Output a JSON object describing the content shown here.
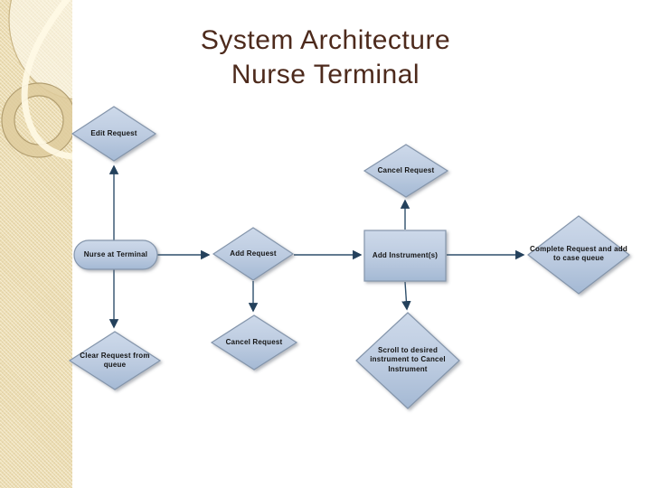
{
  "slide": {
    "title_line1": "System Architecture",
    "title_line2": "Nurse Terminal"
  },
  "flowchart": {
    "nodes": {
      "edit_request": {
        "label": "Edit Request",
        "shape": "diamond"
      },
      "cancel_request_top": {
        "label": "Cancel Request",
        "shape": "diamond"
      },
      "nurse_at_terminal": {
        "label": "Nurse at Terminal",
        "shape": "rounded-rectangle"
      },
      "add_request": {
        "label": "Add Request",
        "shape": "diamond"
      },
      "add_instruments": {
        "label": "Add Instrument(s)",
        "shape": "rectangle"
      },
      "complete_request": {
        "label": "Complete Request and add to case queue",
        "shape": "diamond"
      },
      "cancel_request_bottom": {
        "label": "Cancel Request",
        "shape": "diamond"
      },
      "clear_request": {
        "label": "Clear Request from queue",
        "shape": "diamond"
      },
      "scroll_cancel_instrument": {
        "label": "Scroll to desired instrument to Cancel Instrument",
        "shape": "diamond"
      }
    },
    "edges": [
      {
        "from": "nurse_at_terminal",
        "to": "edit_request",
        "direction": "up"
      },
      {
        "from": "nurse_at_terminal",
        "to": "clear_request",
        "direction": "down"
      },
      {
        "from": "nurse_at_terminal",
        "to": "add_request",
        "direction": "right"
      },
      {
        "from": "add_request",
        "to": "add_instruments",
        "direction": "right"
      },
      {
        "from": "add_request",
        "to": "cancel_request_bottom",
        "direction": "down"
      },
      {
        "from": "add_instruments",
        "to": "cancel_request_top",
        "direction": "up"
      },
      {
        "from": "add_instruments",
        "to": "scroll_cancel_instrument",
        "direction": "down"
      },
      {
        "from": "add_instruments",
        "to": "complete_request",
        "direction": "right"
      }
    ],
    "colors": {
      "node_fill_top": "#cdd9ea",
      "node_fill_bottom": "#a4b9d4",
      "node_border": "#8495ab",
      "connector": "#2f4f6b",
      "title_text": "#4d2a1c",
      "sidebar_background": "#ebdcb2",
      "node_text": "#141414"
    }
  }
}
